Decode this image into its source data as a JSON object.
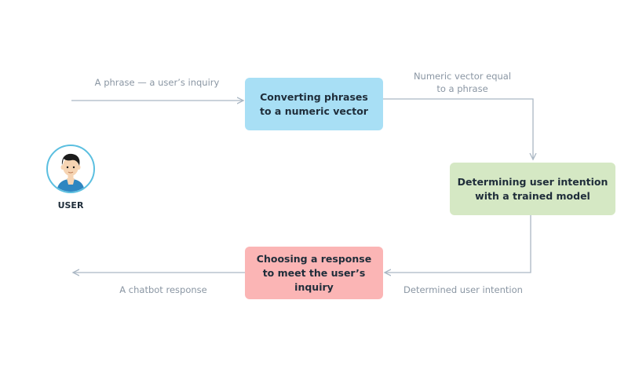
{
  "user": {
    "label": "USER"
  },
  "boxes": {
    "convert": {
      "text": "Converting phrases\nto a numeric vector",
      "color": "#a8dff5"
    },
    "determine": {
      "text": "Determining user intention\nwith a trained model",
      "color": "#d5e8c4"
    },
    "choose": {
      "text": "Choosing a response\nto meet the user’s inquiry",
      "color": "#fbb5b5"
    }
  },
  "edge_labels": {
    "inquiry": "A phrase — a user’s inquiry",
    "vector": "Numeric vector equal\nto a phrase",
    "intention": "Determined user intention",
    "response": "A chatbot response"
  },
  "colors": {
    "arrow": "#aab7c4",
    "avatar_ring": "#5bbfe0",
    "skin": "#f6d4b3",
    "hair": "#1c1c1c",
    "shirt": "#2e86c1"
  }
}
